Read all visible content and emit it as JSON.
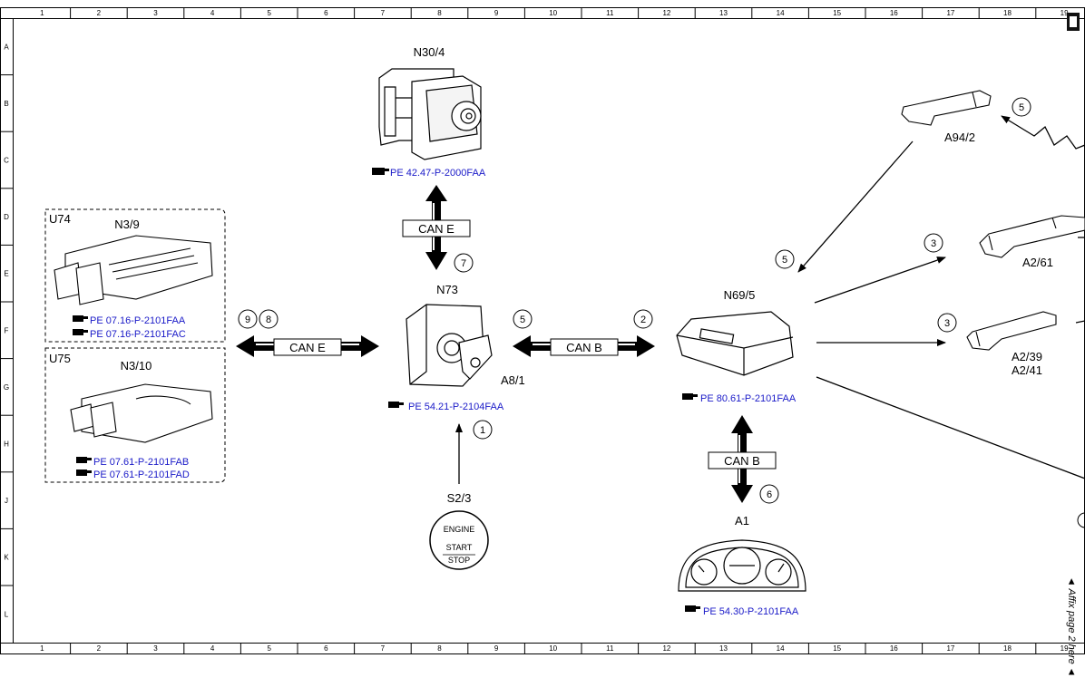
{
  "grid": {
    "columns": [
      "1",
      "2",
      "3",
      "4",
      "5",
      "6",
      "7",
      "8",
      "9",
      "10",
      "11",
      "12",
      "13",
      "14",
      "15",
      "16",
      "17",
      "18",
      "19"
    ],
    "rows": [
      "A",
      "B",
      "C",
      "D",
      "E",
      "F",
      "G",
      "H",
      "J",
      "K",
      "L"
    ]
  },
  "components": {
    "n30_4": {
      "label": "N30/4",
      "link": "PE 42.47-P-2000FAA"
    },
    "u74": {
      "group": "U74",
      "label": "N3/9",
      "links": [
        "PE 07.16-P-2101FAA",
        "PE 07.16-P-2101FAC"
      ]
    },
    "u75": {
      "group": "U75",
      "label": "N3/10",
      "links": [
        "PE 07.61-P-2101FAB",
        "PE 07.61-P-2101FAD"
      ]
    },
    "n73": {
      "label": "N73",
      "sublabel": "A8/1",
      "link": "PE 54.21-P-2104FAA"
    },
    "s2_3": {
      "label": "S2/3",
      "line1": "ENGINE",
      "line2": "START",
      "line3": "STOP"
    },
    "n69_5": {
      "label": "N69/5",
      "link": "PE 80.61-P-2101FAA"
    },
    "a1": {
      "label": "A1",
      "link": "PE 54.30-P-2101FAA"
    },
    "a94_2": {
      "label": "A94/2"
    },
    "a2_61": {
      "label": "A2/61"
    },
    "a2_39": {
      "label": "A2/39",
      "label2": "A2/41"
    }
  },
  "buses": {
    "can_e_vertical": "CAN E",
    "can_e_left": "CAN E",
    "can_b_horizontal": "CAN B",
    "can_b_vertical": "CAN B"
  },
  "callouts": [
    "1",
    "2",
    "3",
    "3",
    "5",
    "5",
    "5",
    "6",
    "7",
    "8",
    "9"
  ],
  "side_note": "◄ Affix page 2 here ◄",
  "icons": {
    "reference": "pointing-hand-icon"
  },
  "colors": {
    "link": "#1a1ac8",
    "line": "#000000"
  }
}
